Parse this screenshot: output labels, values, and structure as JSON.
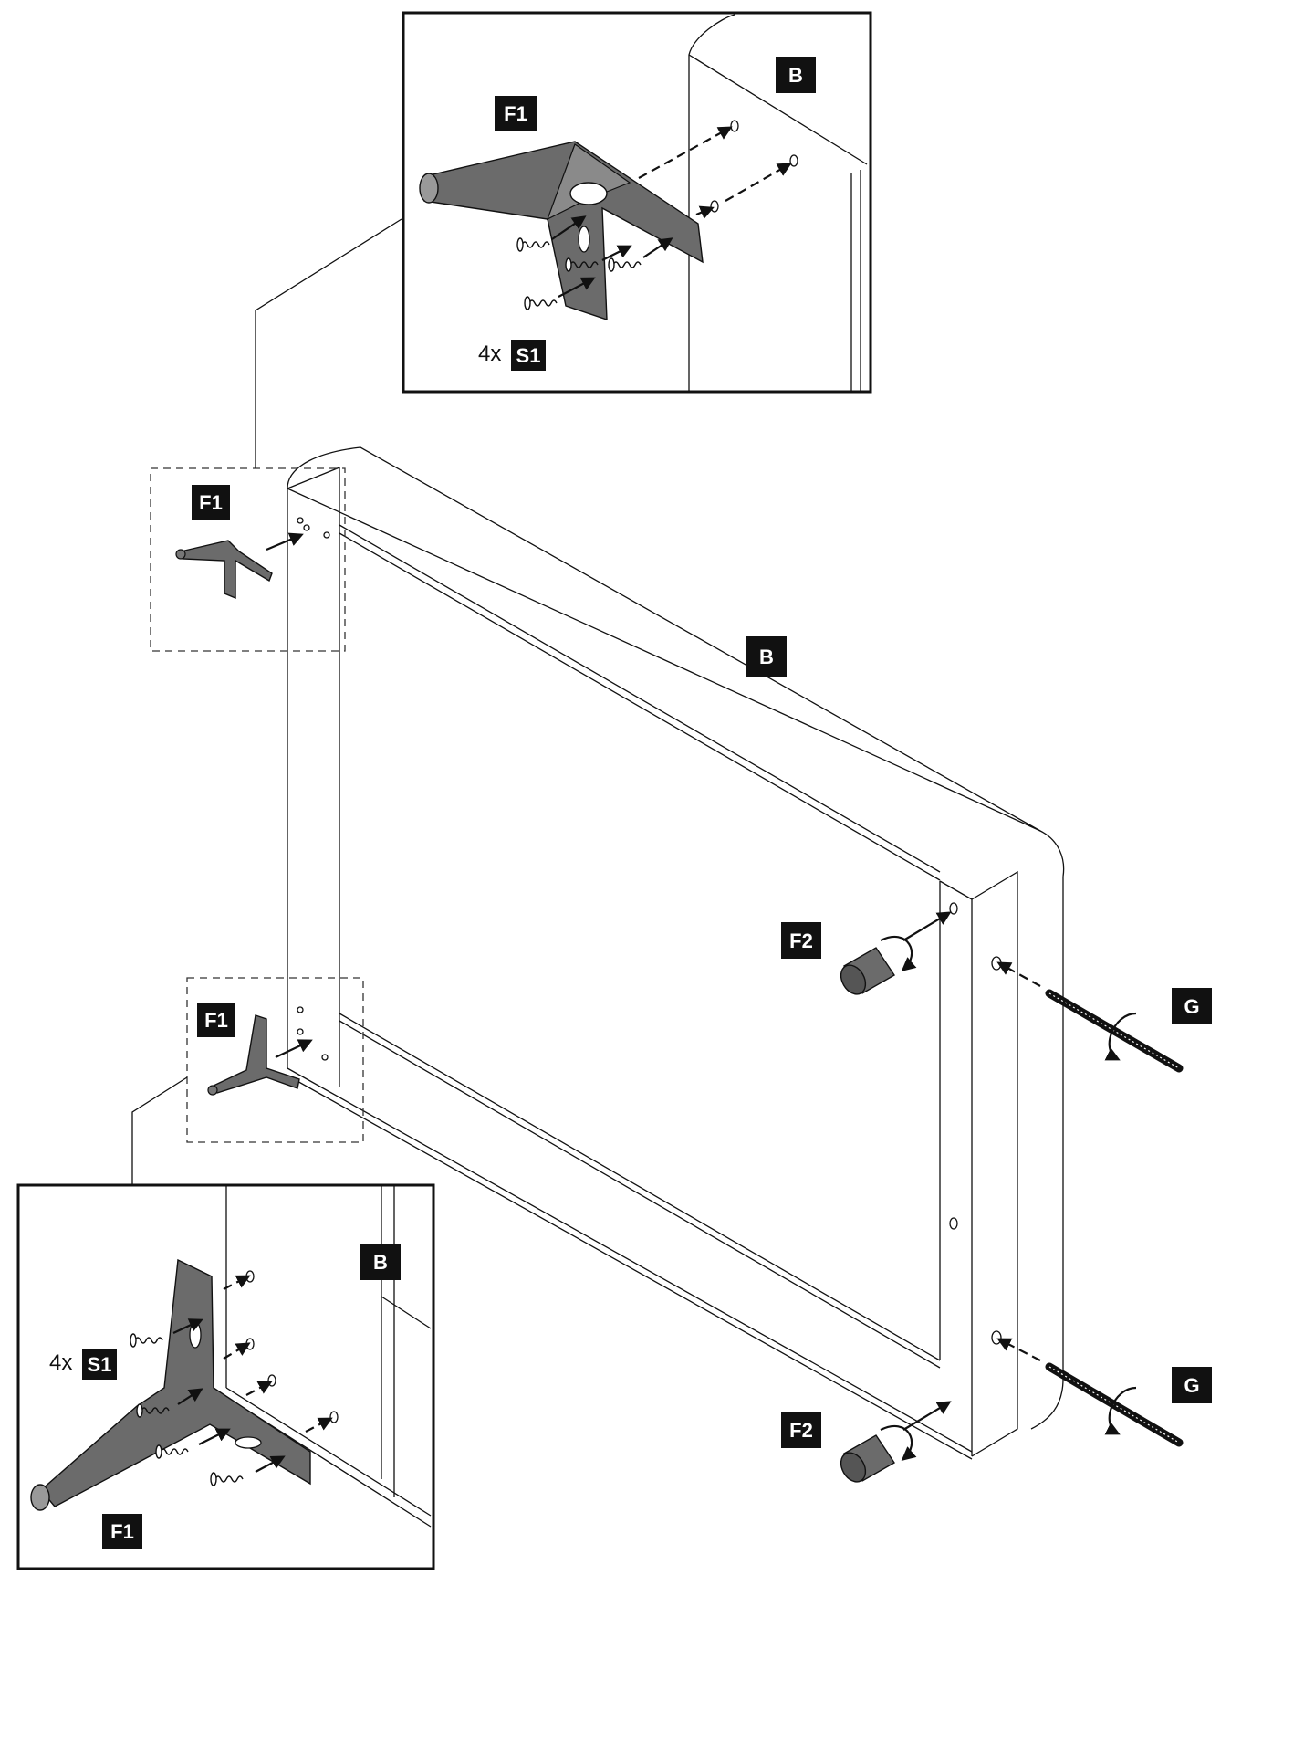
{
  "labels": {
    "panel": "B",
    "leg": "F1",
    "foot": "F2",
    "rod": "G",
    "screw": "S1"
  },
  "quantities": {
    "top_inset_screws": "4x",
    "bottom_inset_screws": "4x"
  },
  "colors": {
    "line": "#111111",
    "part_fill": "#6b6b6b",
    "label_bg": "#111111",
    "label_text": "#ffffff"
  },
  "icons": [
    "arrow-icon",
    "rotate-arrow-icon",
    "screw-icon",
    "threaded-rod-icon",
    "foot-icon",
    "leg-bracket-icon"
  ]
}
